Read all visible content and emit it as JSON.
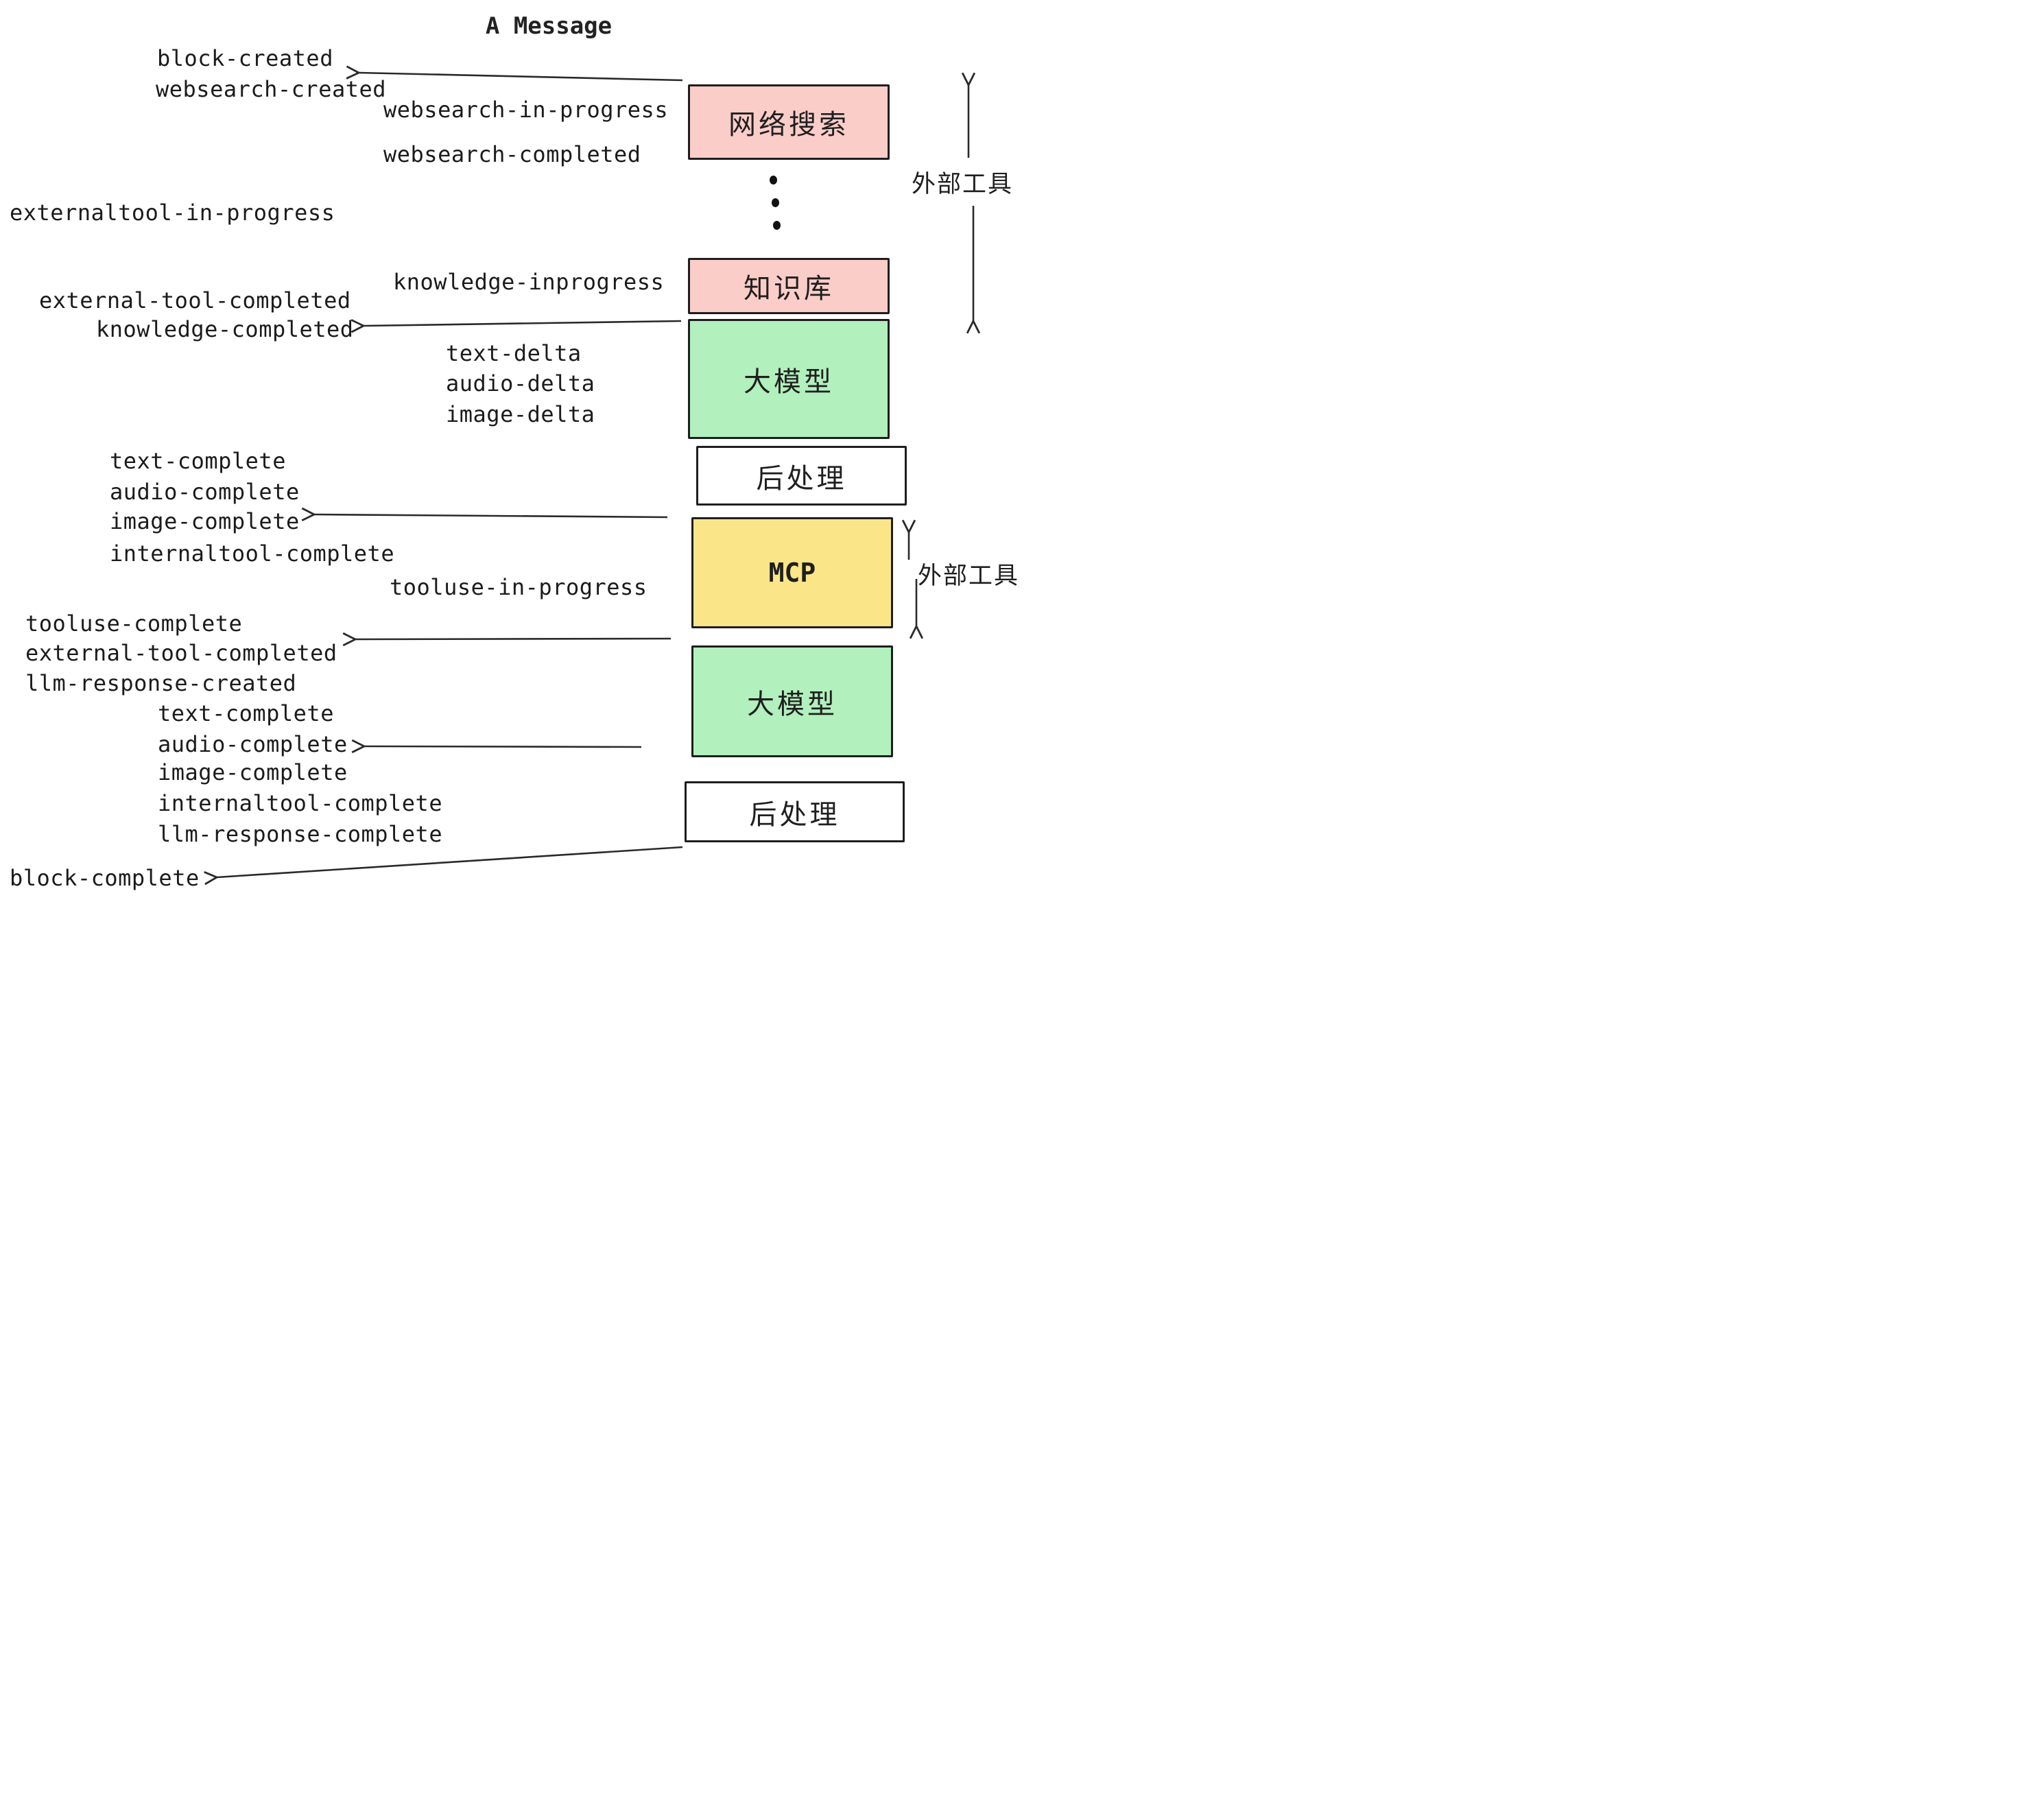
{
  "title": "A Message",
  "event_labels": [
    "block-created",
    "websearch-created",
    "websearch-in-progress",
    "websearch-completed",
    "externaltool-in-progress",
    "knowledge-inprogress",
    "external-tool-completed",
    "knowledge-completed",
    "text-delta",
    "audio-delta",
    "image-delta",
    "text-complete",
    "audio-complete",
    "image-complete",
    "internaltool-complete",
    "tooluse-in-progress",
    "tooluse-complete",
    "external-tool-completed",
    "llm-response-created",
    "text-complete",
    "audio-complete",
    "image-complete",
    "internaltool-complete",
    "llm-response-complete",
    "block-complete"
  ],
  "boxes": [
    {
      "label": "网络搜索",
      "color": "#fbcdc9"
    },
    {
      "label": "知识库",
      "color": "#fbcdc9"
    },
    {
      "label": "大模型",
      "color": "#b2f0bd"
    },
    {
      "label": "后处理",
      "color": "#ffffff"
    },
    {
      "label": "MCP",
      "color": "#fae588"
    },
    {
      "label": "大模型",
      "color": "#b2f0bd"
    },
    {
      "label": "后处理",
      "color": "#ffffff"
    }
  ],
  "annotations": [
    {
      "label": "外部工具"
    },
    {
      "label": "外部工具"
    }
  ],
  "colors": {
    "box_border": "#1e1e1e",
    "arrow": "#2a2a2a",
    "text": "#1b1b1b",
    "pink": "#fbcdc9",
    "green": "#b2f0bd",
    "yellow": "#fae588",
    "white": "#ffffff"
  }
}
